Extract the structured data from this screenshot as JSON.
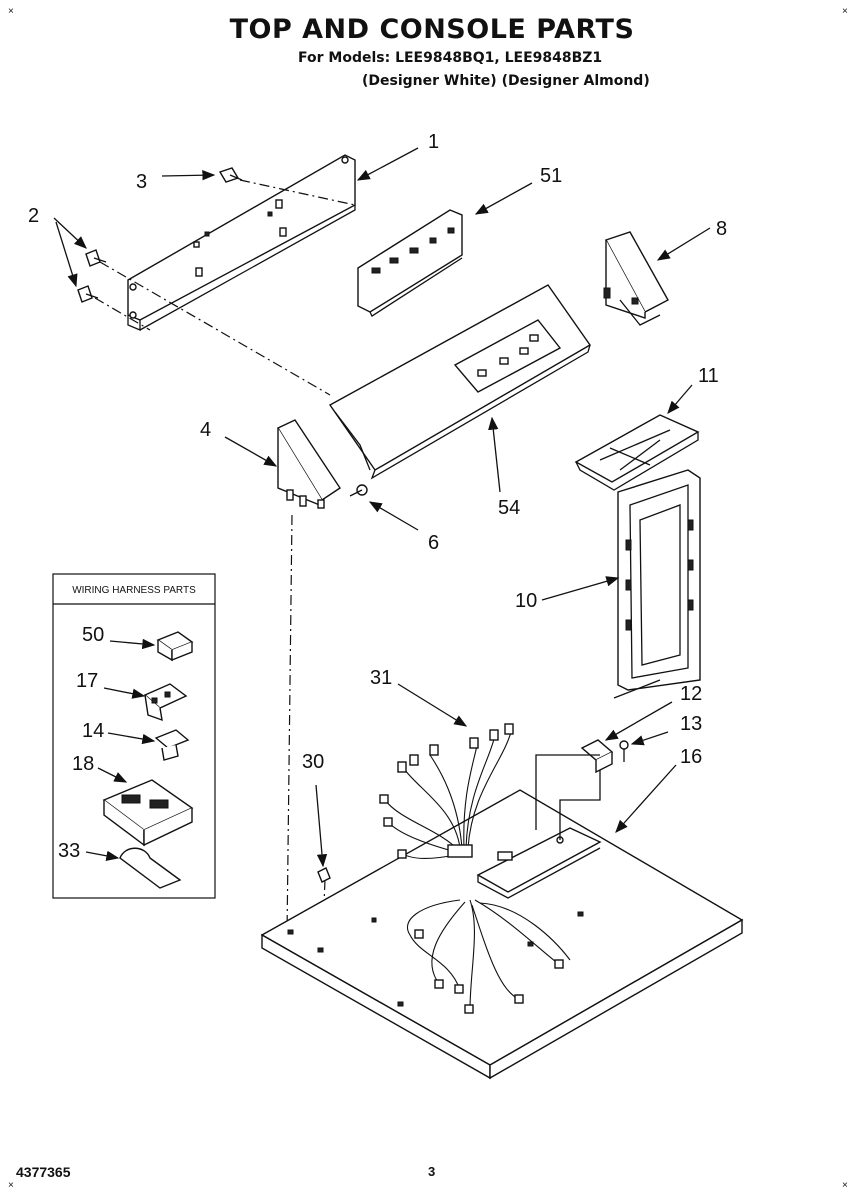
{
  "header": {
    "title": "TOP AND CONSOLE PARTS",
    "models_line": "For Models: LEE9848BQ1, LEE9848BZ1",
    "colors_line": "(Designer White)  (Designer Almond)"
  },
  "wiring_box": {
    "title": "WIRING HARNESS PARTS"
  },
  "callouts": {
    "c1": "1",
    "c2": "2",
    "c3": "3",
    "c4": "4",
    "c6": "6",
    "c8": "8",
    "c10": "10",
    "c11": "11",
    "c12": "12",
    "c13": "13",
    "c14": "14",
    "c16": "16",
    "c17": "17",
    "c18": "18",
    "c30": "30",
    "c31": "31",
    "c33": "33",
    "c50": "50",
    "c51": "51",
    "c54": "54"
  },
  "footer": {
    "doc_number": "4377365",
    "page_number": "3"
  }
}
